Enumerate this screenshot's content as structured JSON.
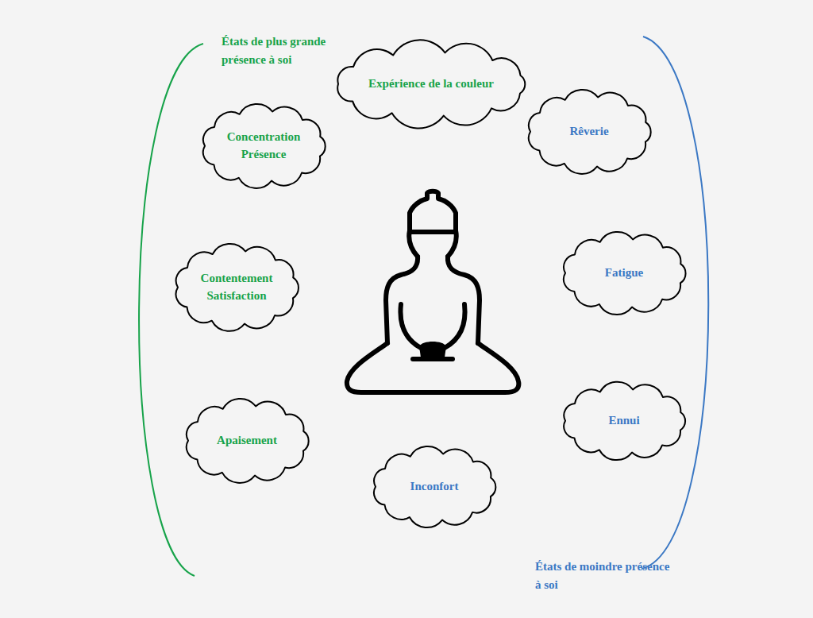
{
  "diagram": {
    "nodes": [
      {
        "text": [
          "Expérience de la couleur"
        ]
      },
      {
        "text": [
          "Concentration",
          "Présence"
        ]
      },
      {
        "text": [
          "Rêverie"
        ]
      },
      {
        "text": [
          "Contentement",
          "Satisfaction"
        ]
      },
      {
        "text": [
          "Fatigue"
        ]
      },
      {
        "text": [
          "Apaisement"
        ]
      },
      {
        "text": [
          "Ennui"
        ]
      },
      {
        "text": [
          "Inconfort"
        ]
      }
    ],
    "labels": [
      "États de plus grande présence à soi",
      "États de moindre présence à soi"
    ]
  }
}
